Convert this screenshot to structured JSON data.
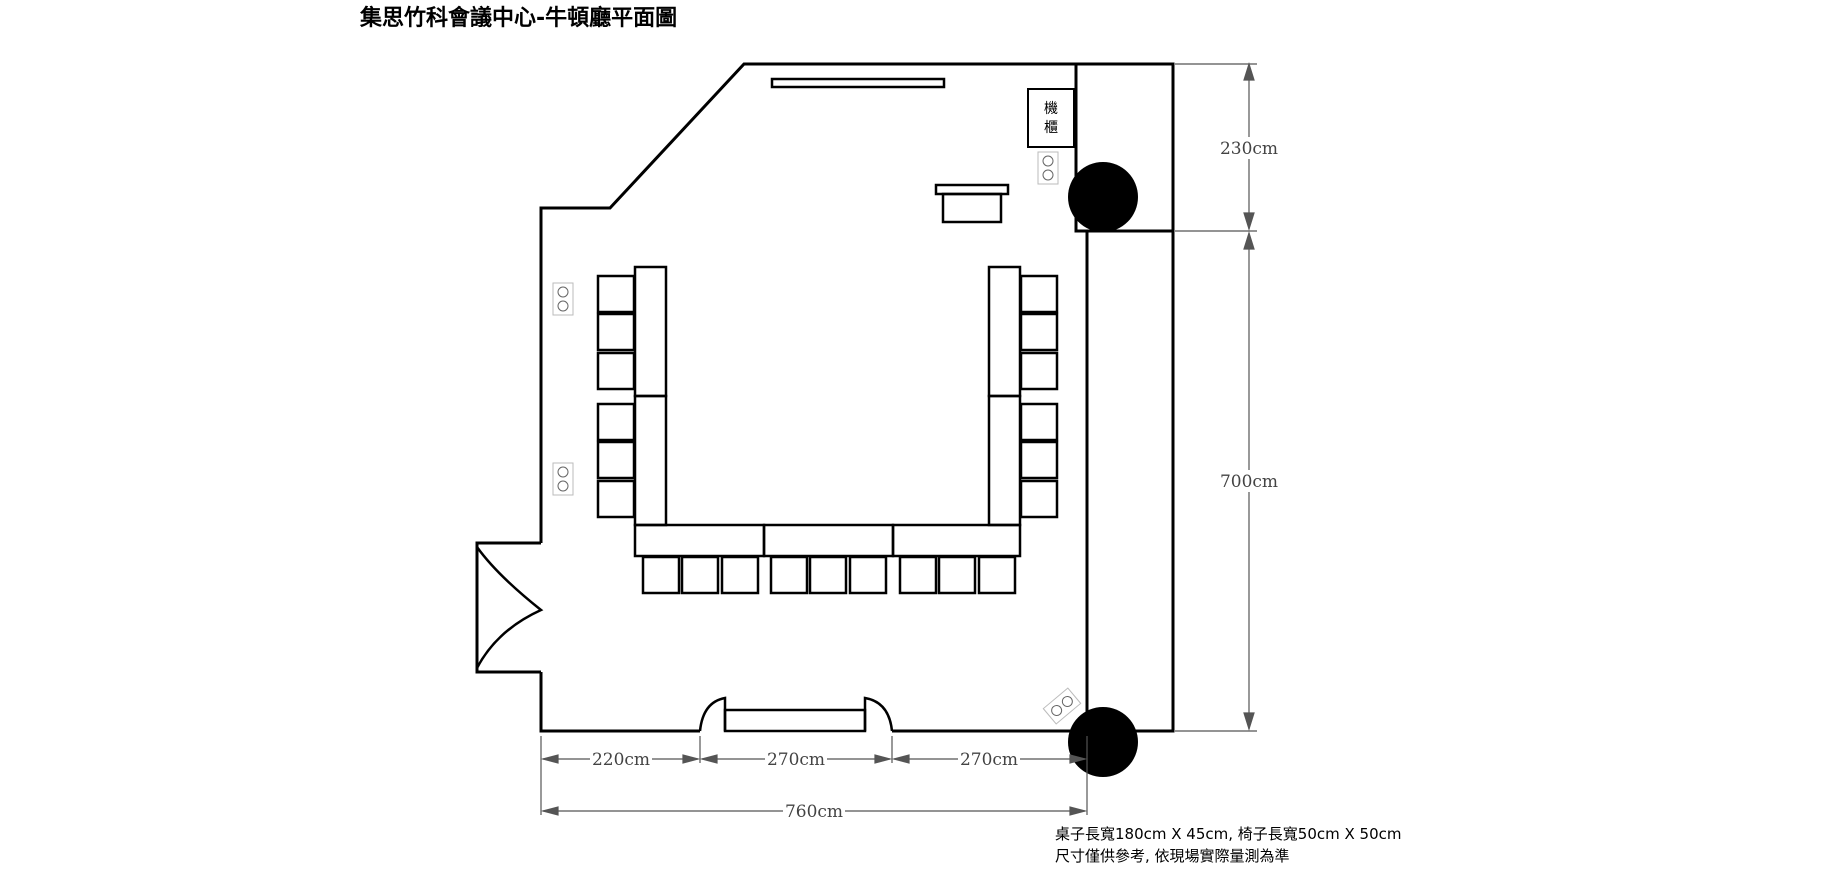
{
  "title": "集思竹科會議中心-牛頓廳平面圖",
  "cabinet_label_1": "機",
  "cabinet_label_2": "櫃",
  "dimensions": {
    "top_right": "230cm",
    "right": "700cm",
    "bottom_1": "220cm",
    "bottom_2": "270cm",
    "bottom_3": "270cm",
    "bottom_total": "760cm"
  },
  "notes": {
    "line1": "桌子長寬180cm X 45cm, 椅子長寬50cm X 50cm",
    "line2": "尺寸僅供參考, 依現場實際量測為準"
  }
}
